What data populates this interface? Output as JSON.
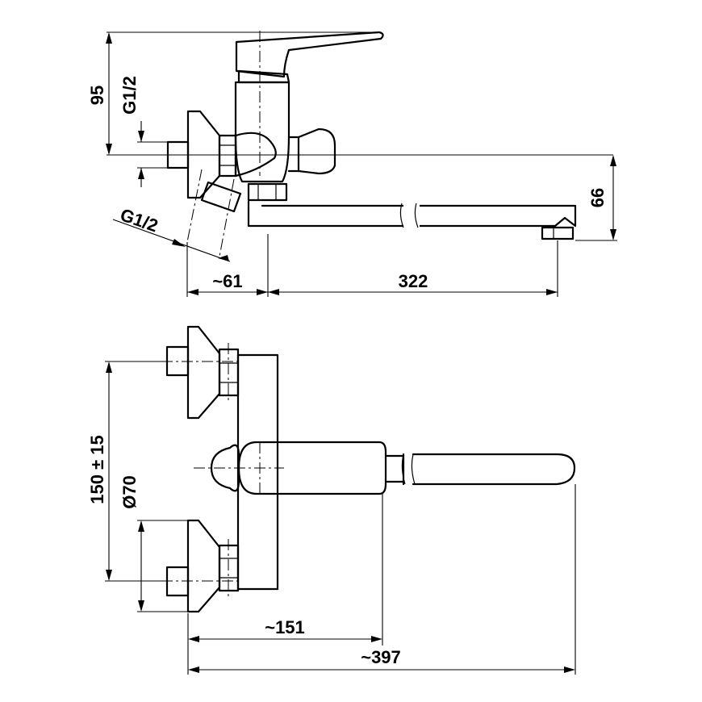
{
  "labels": {
    "dim_95": "95",
    "dim_g12_top": "G1/2",
    "dim_g12_angled": "G1/2",
    "dim_66": "66",
    "dim_61": "~61",
    "dim_322": "322",
    "dim_150": "150 ± 15",
    "dim_70": "Ø70",
    "dim_151": "~151",
    "dim_397": "~397"
  }
}
